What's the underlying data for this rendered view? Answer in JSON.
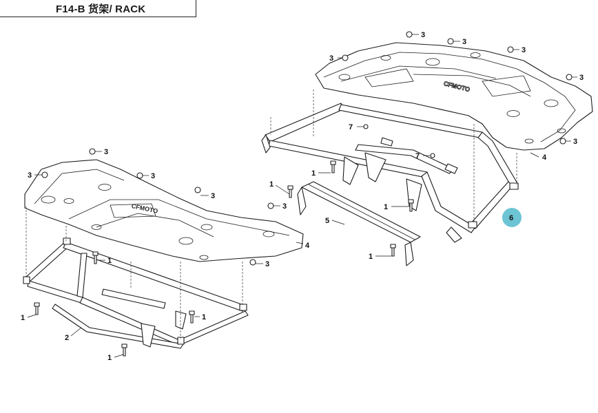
{
  "title": "F14-B 货架/ RACK",
  "brand_text": "CFMOTO",
  "highlight_color": "#6cc4d4",
  "callouts": {
    "c1": "1",
    "c2": "2",
    "c3": "3",
    "c4": "4",
    "c5": "5",
    "c6": "6",
    "c7": "7"
  }
}
